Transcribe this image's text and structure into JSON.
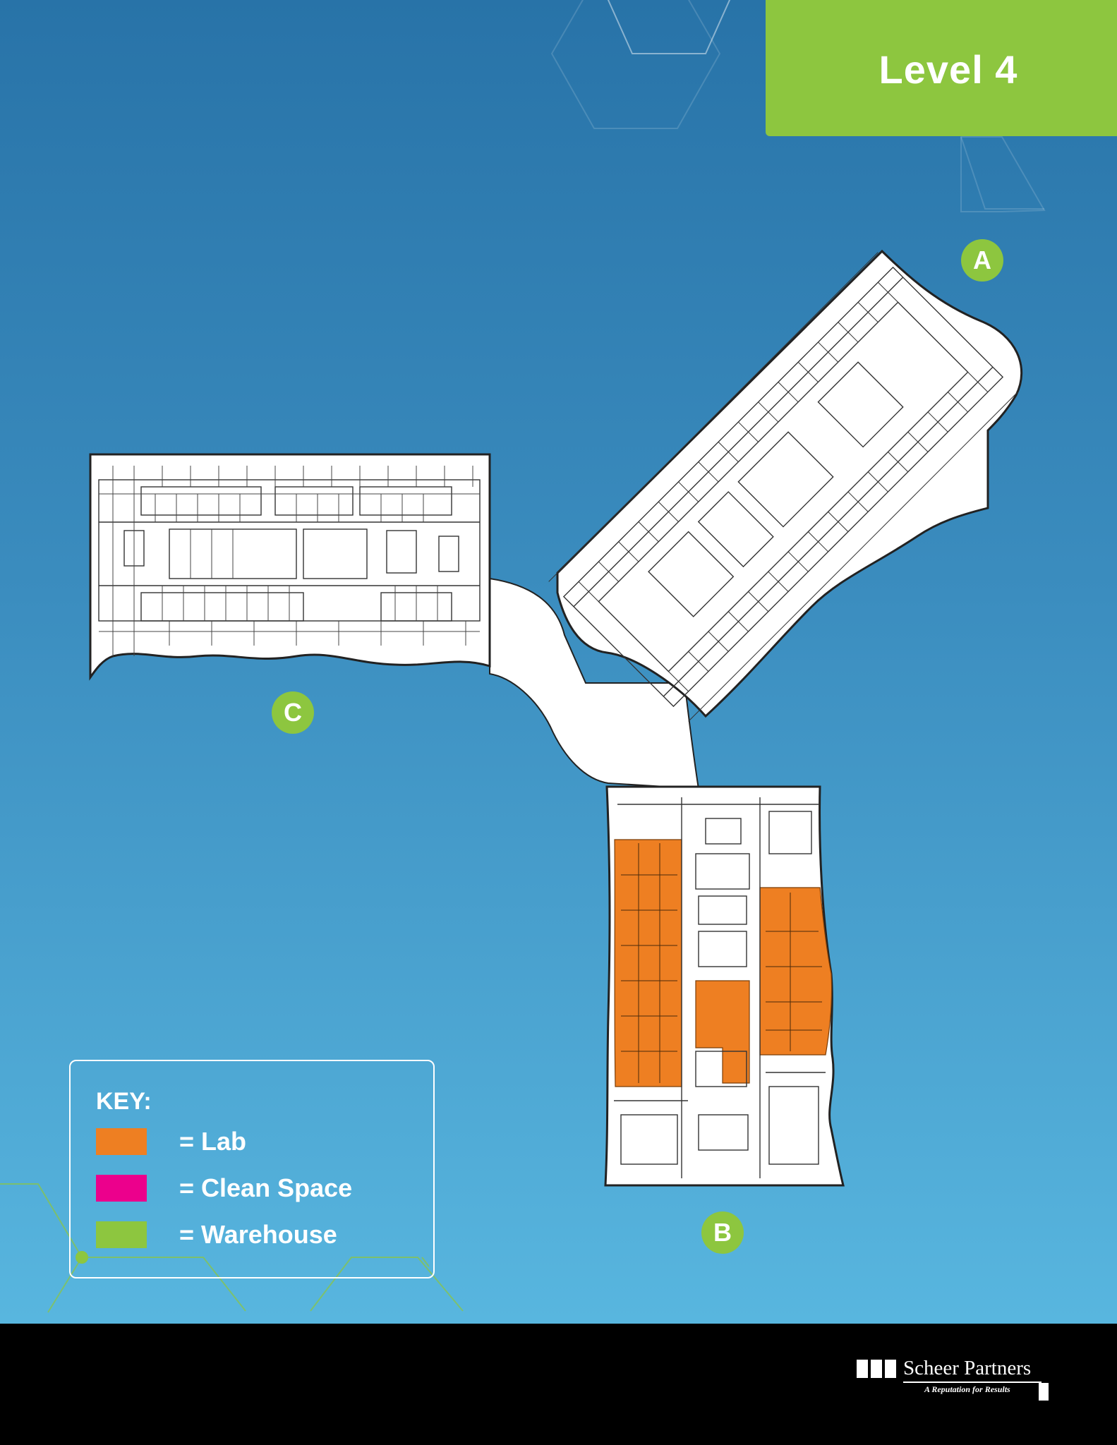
{
  "header": {
    "level_title": "Level 4"
  },
  "buildings": [
    {
      "id": "A",
      "label": "A"
    },
    {
      "id": "B",
      "label": "B"
    },
    {
      "id": "C",
      "label": "C"
    }
  ],
  "key": {
    "title": "KEY:",
    "items": [
      {
        "label": "= Lab",
        "color": "#ee7f22"
      },
      {
        "label": "= Clean Space",
        "color": "#ec008c"
      },
      {
        "label": "= Warehouse",
        "color": "#8dc63f"
      }
    ]
  },
  "colors": {
    "accent_green": "#8dc63f",
    "lab_orange": "#ee7f22",
    "footer_black": "#000000"
  },
  "footer": {
    "company": "Scheer Partners",
    "tagline": "A Reputation for Results"
  }
}
